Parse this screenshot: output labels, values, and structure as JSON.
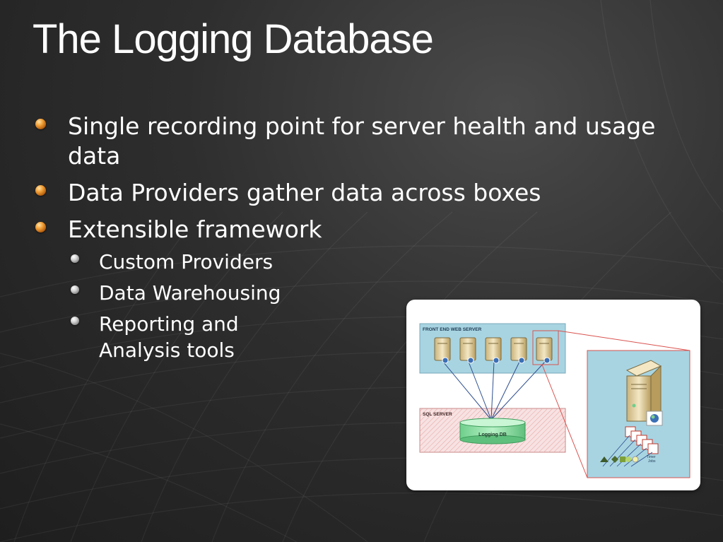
{
  "slide": {
    "title": "The Logging Database",
    "bullets": [
      "Single recording point for server health and usage data",
      "Data Providers gather data across boxes",
      "Extensible framework"
    ],
    "sub_bullets": [
      "Custom Providers",
      "Data Warehousing",
      "Reporting and Analysis tools"
    ]
  },
  "diagram": {
    "front_end_label": "FRONT END WEB SERVER",
    "sql_label": "SQL SERVER",
    "db_label": "Logging DB",
    "timer_label_1": "Timer",
    "timer_label_2": "Jobs"
  },
  "colors": {
    "bullet_orange": "#f3a23a",
    "panel_blue": "#a8d4e2",
    "sql_pink": "#f4d6d6",
    "db_green": "#8fe0a8",
    "zoom_line_red": "#d9534f"
  }
}
